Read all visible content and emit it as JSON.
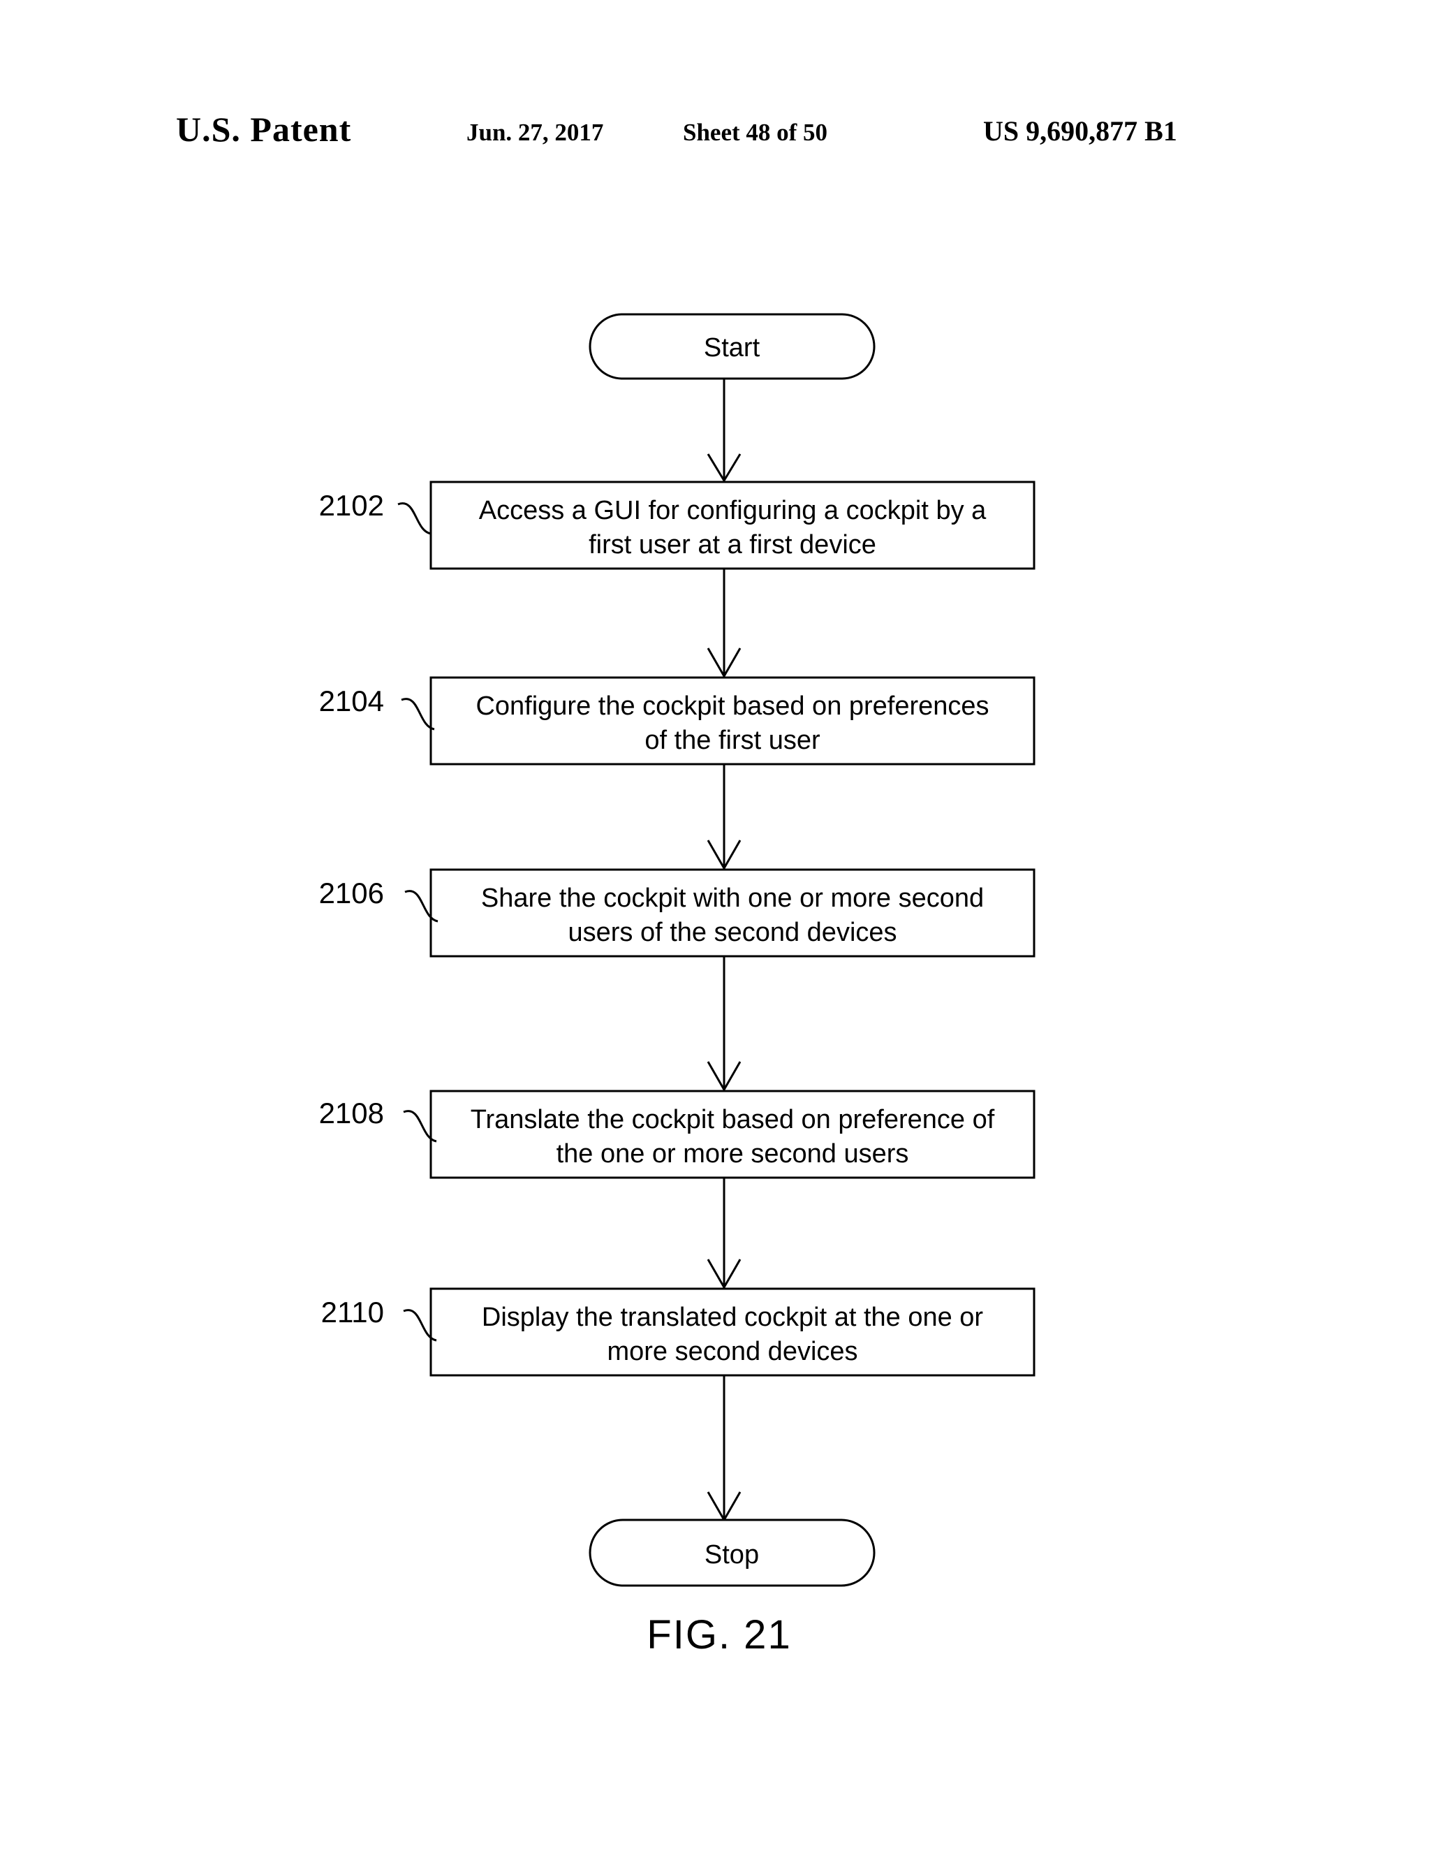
{
  "header": {
    "office": "U.S. Patent",
    "date": "Jun. 27, 2017",
    "sheet": "Sheet 48 of 50",
    "patent_number": "US 9,690,877 B1"
  },
  "figure": {
    "caption": "FIG. 21",
    "start_label": "Start",
    "stop_label": "Stop",
    "steps": [
      {
        "ref": "2102",
        "line1": "Access a GUI  for configuring a cockpit by a",
        "line2": "first user at a first device"
      },
      {
        "ref": "2104",
        "line1": "Configure the cockpit based on preferences",
        "line2": "of the first user"
      },
      {
        "ref": "2106",
        "line1": "Share the cockpit with one or more second",
        "line2": "users of the second devices"
      },
      {
        "ref": "2108",
        "line1": "Translate the cockpit based on preference of",
        "line2": "the one or more second users"
      },
      {
        "ref": "2110",
        "line1": "Display the translated cockpit at the one or",
        "line2": "more second devices"
      }
    ]
  },
  "colors": {
    "ink": "#000000",
    "paper": "#ffffff"
  }
}
